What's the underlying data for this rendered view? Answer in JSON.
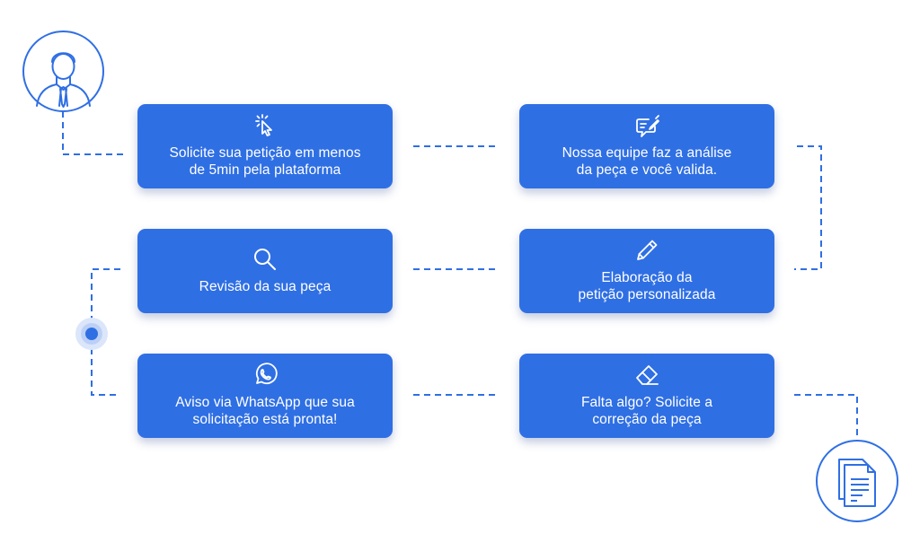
{
  "steps": [
    {
      "icon": "pointer-click-icon",
      "line1": "Solicite sua petição em menos",
      "line2": "de 5min pela plataforma"
    },
    {
      "icon": "document-edit-icon",
      "line1": "Nossa equipe faz a análise",
      "line2": "da peça e você valida."
    },
    {
      "icon": "pencil-icon",
      "line1": "Elaboração da",
      "line2": "petição personalizada"
    },
    {
      "icon": "search-icon",
      "line1": "Revisão da sua peça",
      "line2": ""
    },
    {
      "icon": "eraser-icon",
      "line1": "Falta algo? Solicite a",
      "line2": "correção da peça"
    },
    {
      "icon": "whatsapp-icon",
      "line1": "Aviso via WhatsApp que sua",
      "line2": "solicitação está pronta!"
    }
  ],
  "colors": {
    "accent": "#2f6fe4",
    "card_text": "#ffffff",
    "background": "#ffffff"
  },
  "badges": {
    "start": "user-avatar-icon",
    "end": "document-icon"
  }
}
